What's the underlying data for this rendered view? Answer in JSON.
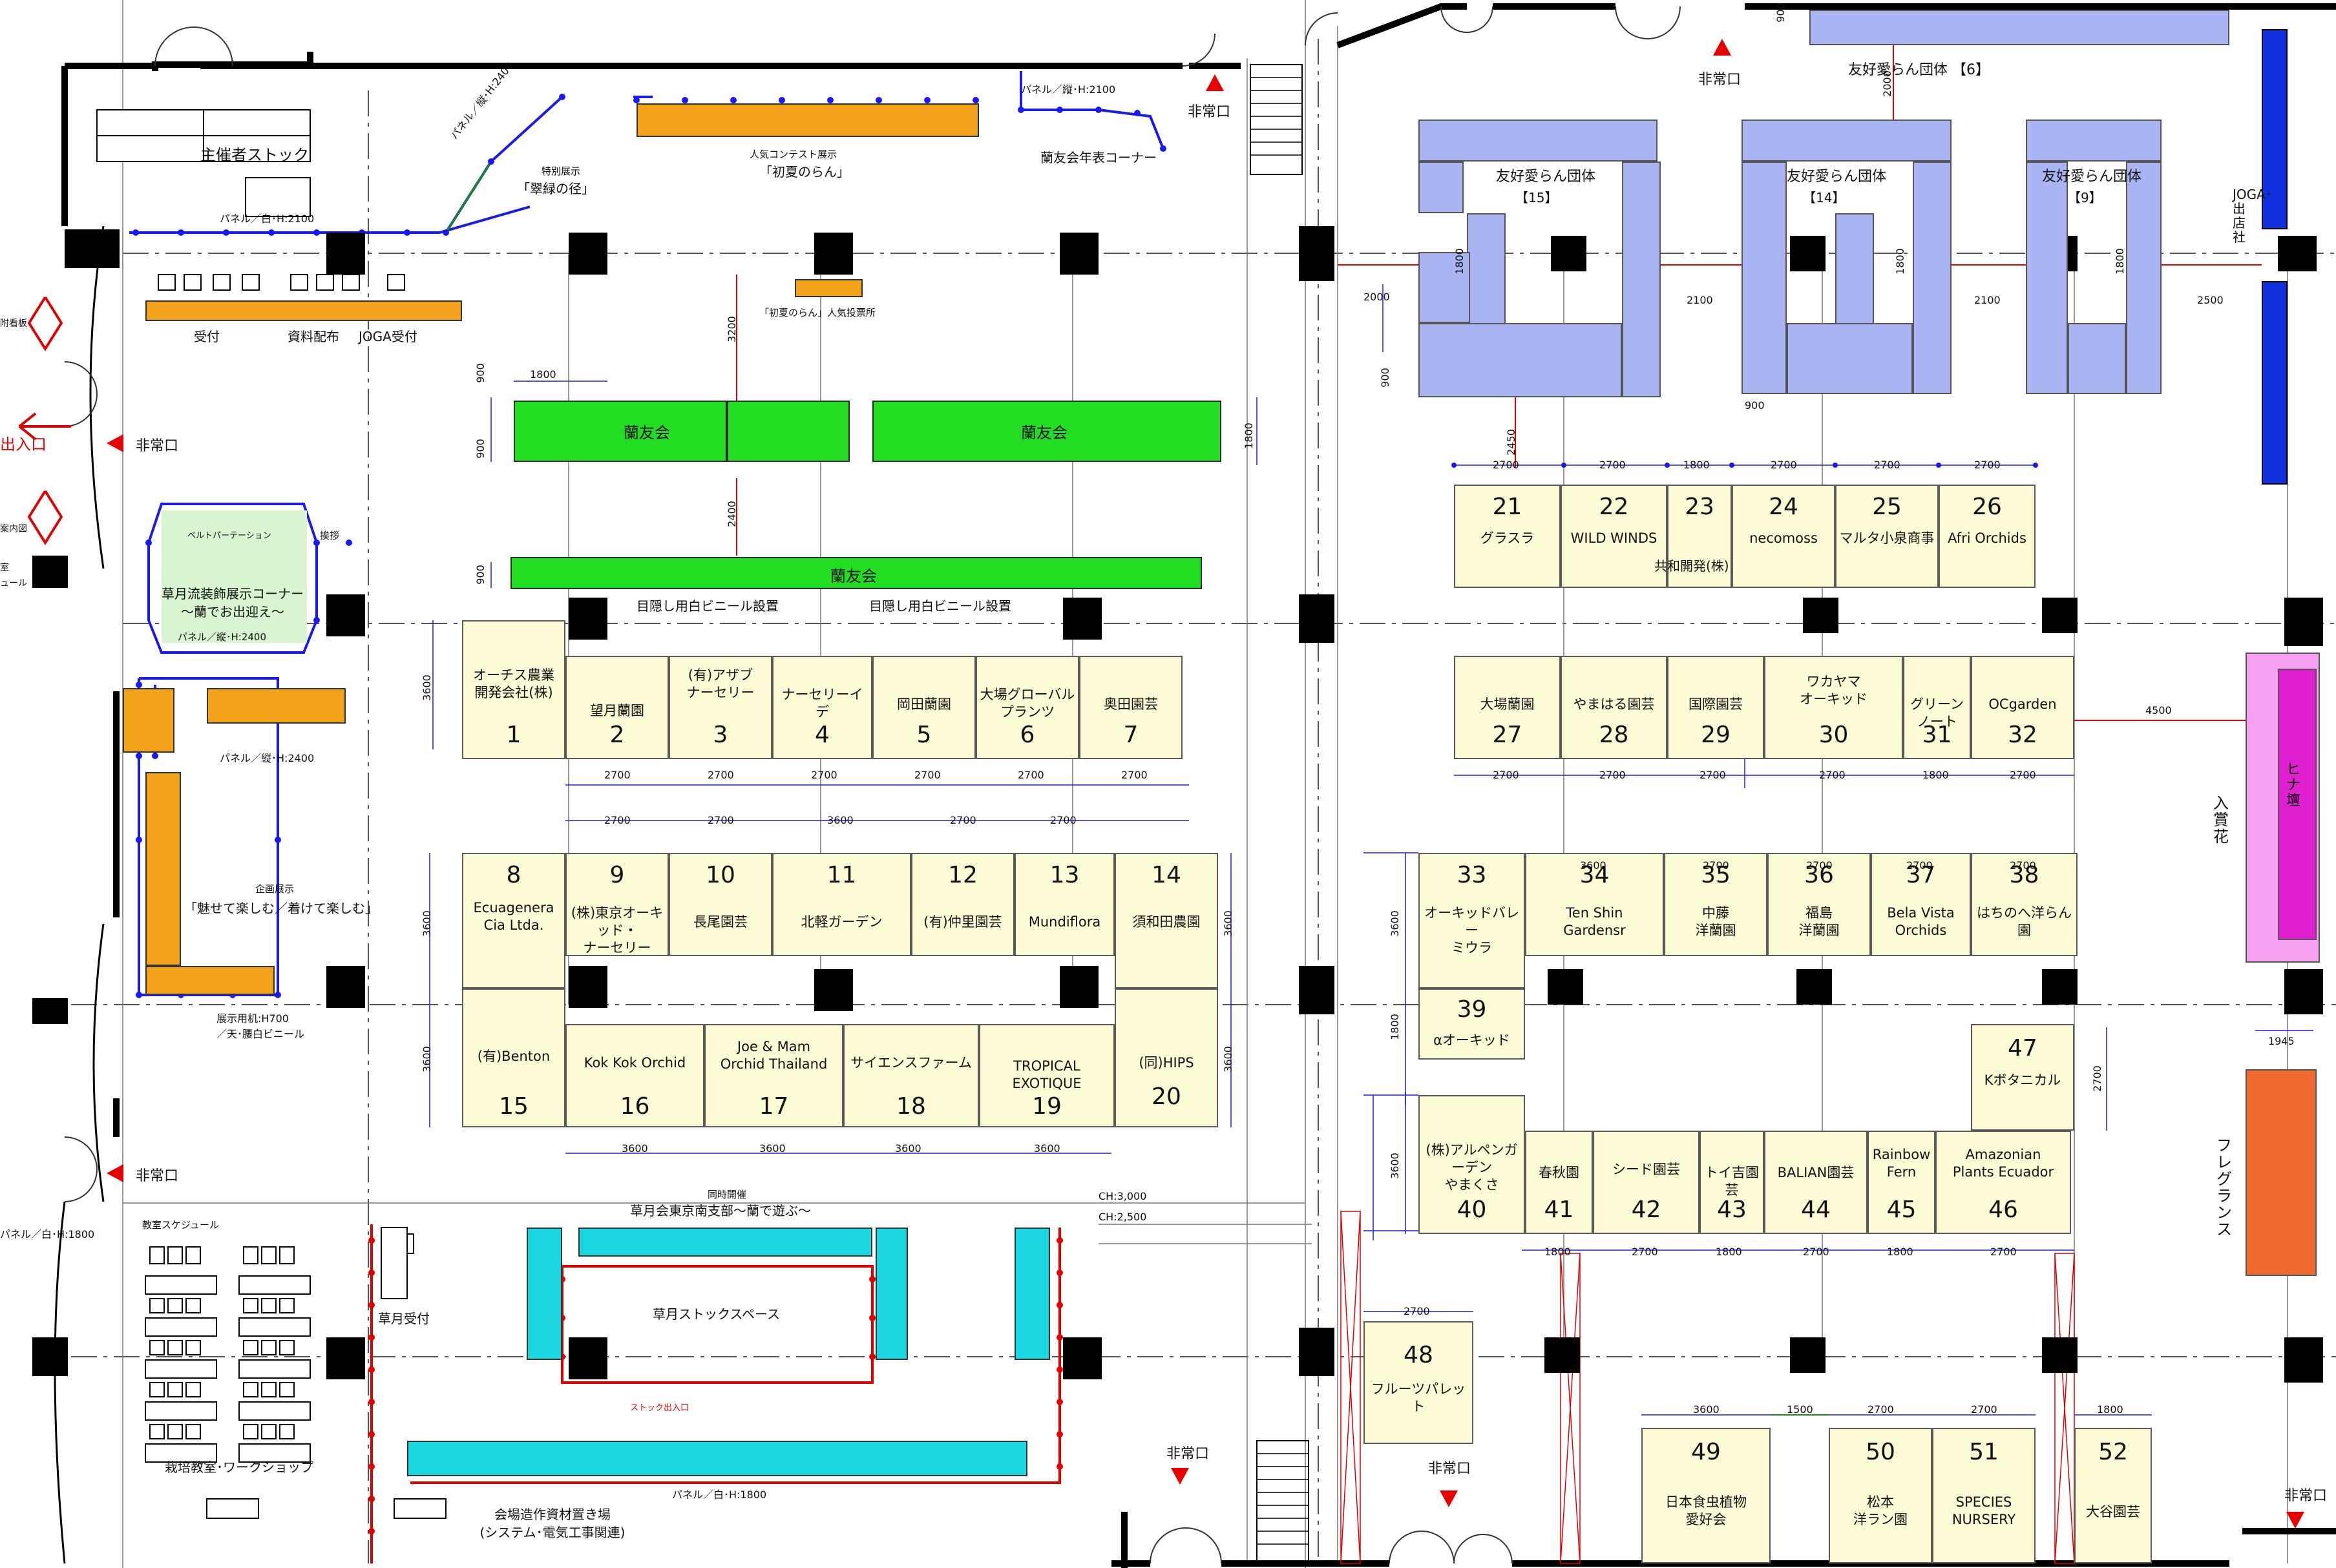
{
  "colors": {
    "booth_fill": "#fdfbd6",
    "orchid_society_green": "#22dd22",
    "friendly_group_purple": "#a9b4f2",
    "contest_orange": "#f2a21a",
    "stock_cyan": "#19d6e0",
    "emergency_red": "#e60000",
    "panel_blue": "#1a1af0",
    "joga_blue": "#1030e0",
    "award_pink": "#f5a0f0",
    "award_magenta": "#e020d0",
    "fragrance_orange": "#f06a30"
  },
  "booths": [
    {
      "no": "1",
      "name": "オーチス農業\n開発会社(株)"
    },
    {
      "no": "2",
      "name": "望月蘭園"
    },
    {
      "no": "3",
      "name": "(有)アザブ\nナーセリー"
    },
    {
      "no": "4",
      "name": "ナーセリーイデ"
    },
    {
      "no": "5",
      "name": "岡田蘭園"
    },
    {
      "no": "6",
      "name": "大場グローバル\nプランツ"
    },
    {
      "no": "7",
      "name": "奥田園芸"
    },
    {
      "no": "8",
      "name": "Ecuagenera\nCia Ltda."
    },
    {
      "no": "9",
      "name": "(株)東京オーキッド・\nナーセリー"
    },
    {
      "no": "10",
      "name": "長尾園芸"
    },
    {
      "no": "11",
      "name": "北軽ガーデン"
    },
    {
      "no": "12",
      "name": "(有)仲里園芸"
    },
    {
      "no": "13",
      "name": "Mundiflora"
    },
    {
      "no": "14",
      "name": "須和田農園"
    },
    {
      "no": "15",
      "name": "(有)Benton"
    },
    {
      "no": "16",
      "name": "Kok Kok Orchid"
    },
    {
      "no": "17",
      "name": "Joe & Mam\nOrchid Thailand"
    },
    {
      "no": "18",
      "name": "サイエンスファーム"
    },
    {
      "no": "19",
      "name": "TROPICAL\nEXOTIQUE"
    },
    {
      "no": "20",
      "name": "(同)HIPS"
    },
    {
      "no": "21",
      "name": "グラスラ"
    },
    {
      "no": "22",
      "name": "WILD WINDS"
    },
    {
      "no": "23",
      "name": ""
    },
    {
      "no": "24",
      "name": "necomoss"
    },
    {
      "no": "25",
      "name": "マルタ小泉商事"
    },
    {
      "no": "26",
      "name": "Afri Orchids"
    },
    {
      "no": "27",
      "name": "大場蘭園"
    },
    {
      "no": "28",
      "name": "やまはる園芸"
    },
    {
      "no": "29",
      "name": "国際園芸"
    },
    {
      "no": "30",
      "name": "ワカヤマ\nオーキッド"
    },
    {
      "no": "31",
      "name": "グリーンノート"
    },
    {
      "no": "32",
      "name": "OCgarden"
    },
    {
      "no": "33",
      "name": "オーキッドバレー\nミウラ"
    },
    {
      "no": "34",
      "name": "Ten Shin\nGardensr"
    },
    {
      "no": "35",
      "name": "中藤\n洋蘭園"
    },
    {
      "no": "36",
      "name": "福島\n洋蘭園"
    },
    {
      "no": "37",
      "name": "Bela Vista\nOrchids"
    },
    {
      "no": "38",
      "name": "はちのへ洋らん園"
    },
    {
      "no": "39",
      "name": "αオーキッド"
    },
    {
      "no": "40",
      "name": "(株)アルペンガーデン\nやまくさ"
    },
    {
      "no": "41",
      "name": "春秋園"
    },
    {
      "no": "42",
      "name": "シード園芸"
    },
    {
      "no": "43",
      "name": "トイ吉園芸"
    },
    {
      "no": "44",
      "name": "BALIAN園芸"
    },
    {
      "no": "45",
      "name": "Rainbow\nFern"
    },
    {
      "no": "46",
      "name": "Amazonian\nPlants Ecuador"
    },
    {
      "no": "47",
      "name": "Kボタニカル"
    },
    {
      "no": "48",
      "name": "フルーツパレット"
    },
    {
      "no": "49",
      "name": "日本食虫植物\n愛好会"
    },
    {
      "no": "50",
      "name": "松本\n洋ラン園"
    },
    {
      "no": "51",
      "name": "SPECIES\nNURSERY"
    },
    {
      "no": "52",
      "name": "大谷園芸"
    }
  ],
  "labels": {
    "shared_22_23": "共和開発(株)",
    "ranyukai": "蘭友会",
    "blind_vinyl": "目隠し用白ビニール設置",
    "organizer_stock": "主催者ストック",
    "reception": "受付",
    "materials": "資料配布",
    "joga_reception": "JOGA受付",
    "emergency_exit": "非常口",
    "entrance": "出入口",
    "special_exhibit_small": "特別展示",
    "special_exhibit": "「翠緑の径」",
    "contest_small": "人気コンテスト展示",
    "contest": "「初夏のらん」",
    "ranyukai_timeline": "蘭友会年表コーナー",
    "vote_place": "「初夏のらん」人気投票所",
    "panel_white_2100": "パネル／白･H:2100",
    "panel_vert_2100": "パネル／縦･H:2100",
    "panel_vert_2400": "パネル／縦･H:2400",
    "panel_white_1800": "パネル／白･H:1800",
    "friendly_group_6": "友好愛らん団体 【6】",
    "friendly_group": "友好愛らん団体",
    "group_no_15": "【15】",
    "group_no_14": "【14】",
    "group_no_9": "【9】",
    "joga_vendor": "JOGA･出店社",
    "belt_partition": "ベルトパーテーション",
    "greeting": "挨拶",
    "sogetsu_corner": "草月流装飾展示コーナー\n～蘭でお出迎え～",
    "planned_exhibit_small": "企画展示",
    "planned_exhibit": "「魅せて楽しむ／着けて楽しむ」",
    "display_desk": "展示用机:H700\n／天･腰白ビニール",
    "concurrent_small": "同時開催",
    "concurrent": "草月会東京南支部～蘭で遊ぶ～",
    "ch_3000": "CH:3,000",
    "ch_2500": "CH:2,500",
    "sogetsu_stock": "草月ストックスペース",
    "stock_entrance": "ストック出入口",
    "sogetsu_reception": "草月受付",
    "class_schedule": "教室スケジュール",
    "class_workshop": "栽培教室･ワークショップ",
    "venue_materials": "会場造作資材置き場\n(システム･電気工事関連)",
    "award_flowers": "入賞花",
    "hina_stage": "ヒナ壇",
    "fragrance": "フレグランス",
    "left_1": "附看板",
    "left_2": "案内図",
    "left_3": "室",
    "left_4": "ュール"
  },
  "dims": {
    "d2000": "2000",
    "d2100": "2100",
    "d2500": "2500",
    "d3200": "3200",
    "d2400": "2400",
    "d2450": "2450",
    "d1800": "1800",
    "d900": "900",
    "d2700": "2700",
    "d3600": "3600",
    "d1500": "1500",
    "d4500": "4500",
    "d1945": "1945"
  }
}
